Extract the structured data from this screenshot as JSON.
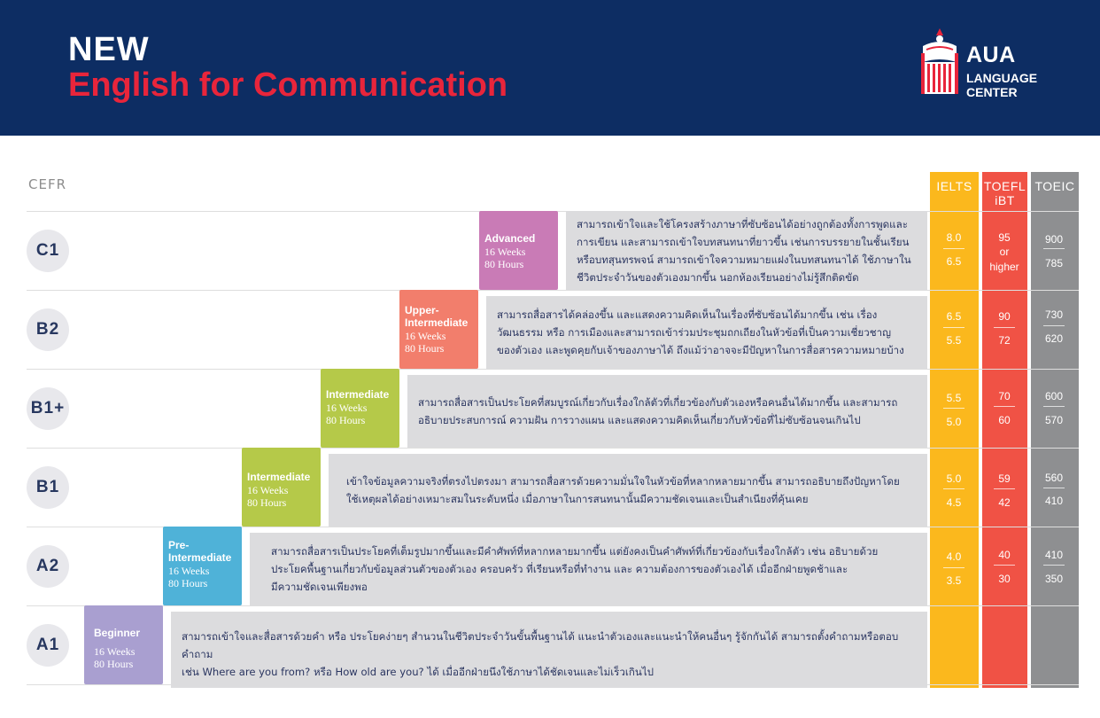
{
  "header": {
    "new_label": "NEW",
    "title": "English for Communication",
    "logo": {
      "name": "AUA",
      "sub_line1": "LANGUAGE",
      "sub_line2": "CENTER",
      "icon": "crest-icon"
    }
  },
  "table": {
    "cefr_label": "CEFR",
    "columns": {
      "ielts": "IELTS",
      "toefl_line1": "TOEFL",
      "toefl_line2": "iBT",
      "toeic": "TOEIC"
    },
    "colors": {
      "navy": "#0d2d63",
      "red": "#e8253b",
      "ielts": "#fbb81d",
      "toefl": "#f05245",
      "toeic": "#8e8f91",
      "advanced": "#c97bb6",
      "upper_intermediate": "#f27e6c",
      "intermediate_b1plus": "#b5c949",
      "intermediate_b1": "#b5c949",
      "pre_intermediate": "#4fb2d8",
      "beginner": "#a99fd0"
    },
    "levels": [
      {
        "cefr": "C1",
        "course": "Advanced",
        "weeks": "16 Weeks",
        "hours": "80 Hours",
        "desc_lines": [
          "สามารถเข้าใจและใช้โครงสร้างภาษาที่ซับซ้อนได้อย่างถูกต้องทั้งการพูดและ",
          "การเขียน และสามารถเข้าใจบทสนทนาที่ยาวขึ้น เช่นการบรรยายในชั้นเรียน",
          "หรือบทสุนทรพจน์ สามารถเข้าใจความหมายแฝงในบทสนทนาได้ ใช้ภาษาใน",
          "ชีวิตประจำวันของตัวเองมากขึ้น นอกห้องเรียนอย่างไม่รู้สึกติดขัด"
        ],
        "ielts": [
          "8.0",
          "6.5"
        ],
        "toefl": [
          "95",
          "or",
          "higher"
        ],
        "toeic": [
          "900",
          "785"
        ]
      },
      {
        "cefr": "B2",
        "course": "Upper-Intermediate",
        "weeks": "16 Weeks",
        "hours": "80 Hours",
        "desc_lines": [
          "สามารถสื่อสารได้คล่องขึ้น และแสดงความคิดเห็นในเรื่องที่ซับซ้อนได้มากขึ้น เช่น เรื่อง",
          "วัฒนธรรม หรือ การเมืองและสามารถเข้าร่วมประชุมถกเถียงในหัวข้อที่เป็นความเชี่ยวชาญ",
          "ของตัวเอง และพูดคุยกับเจ้าของภาษาได้ ถึงแม้ว่าอาจจะมีปัญหาในการสื่อสารความหมายบ้าง"
        ],
        "ielts": [
          "6.5",
          "5.5"
        ],
        "toefl": [
          "90",
          "72"
        ],
        "toeic": [
          "730",
          "620"
        ]
      },
      {
        "cefr": "B1+",
        "course": "Intermediate",
        "weeks": "16 Weeks",
        "hours": "80 Hours",
        "desc_lines": [
          "สามารถสื่อสารเป็นประโยคที่สมบูรณ์เกี่ยวกับเรื่องใกล้ตัวที่เกี่ยวข้องกับตัวเองหรือคนอื่นได้มากขึ้น และสามารถ",
          "อธิบายประสบการณ์ ความฝัน การวางแผน และแสดงความคิดเห็นเกี่ยวกับหัวข้อที่ไม่ซับซ้อนจนเกินไป"
        ],
        "ielts": [
          "5.5",
          "5.0"
        ],
        "toefl": [
          "70",
          "60"
        ],
        "toeic": [
          "600",
          "570"
        ]
      },
      {
        "cefr": "B1",
        "course": "Intermediate",
        "weeks": "16 Weeks",
        "hours": "80 Hours",
        "desc_lines": [
          "เข้าใจข้อมูลความจริงที่ตรงไปตรงมา สามารถสื่อสารด้วยความมั่นใจในหัวข้อที่หลากหลายมากขึ้น สามารถอธิบายถึงปัญหาโดย",
          "ใช้เหตุผลได้อย่างเหมาะสมในระดับหนึ่ง เมื่อภาษาในการสนทนานั้นมีความชัดเจนและเป็นสำเนียงที่คุ้นเคย"
        ],
        "ielts": [
          "5.0",
          "4.5"
        ],
        "toefl": [
          "59",
          "42"
        ],
        "toeic": [
          "560",
          "410"
        ]
      },
      {
        "cefr": "A2",
        "course": "Pre-Intermediate",
        "weeks": "16 Weeks",
        "hours": "80 Hours",
        "desc_lines": [
          "สามารถสื่อสารเป็นประโยคที่เต็มรูปมากขึ้นและมีคำศัพท์ที่หลากหลายมากขึ้น แต่ยังคงเป็นคำศัพท์ที่เกี่ยวข้องกับเรื่องใกล้ตัว เช่น อธิบายด้วย",
          "ประโยคพื้นฐานเกี่ยวกับข้อมูลส่วนตัวของตัวเอง ครอบครัว ที่เรียนหรือที่ทำงาน และ ความต้องการของตัวเองได้ เมื่ออีกฝ่ายพูดช้าและ",
          "มีความชัดเจนเพียงพอ"
        ],
        "ielts": [
          "4.0",
          "3.5"
        ],
        "toefl": [
          "40",
          "30"
        ],
        "toeic": [
          "410",
          "350"
        ]
      },
      {
        "cefr": "A1",
        "course": "Beginner",
        "weeks": "16 Weeks",
        "hours": "80 Hours",
        "desc_lines": [
          "สามารถเข้าใจและสื่อสารด้วยคำ หรือ ประโยคง่ายๆ สำนวนในชีวิตประจำวันขั้นพื้นฐานได้ แนะนำตัวเองและแนะนำให้คนอื่นๆ รู้จักกันได้ สามารถตั้งคำถามหรือตอบคำถาม",
          "เช่น Where are you from? หรือ How old are you? ได้ เมื่ออีกฝ่ายนึงใช้ภาษาได้ชัดเจนและไม่เร็วเกินไป"
        ]
      }
    ]
  }
}
